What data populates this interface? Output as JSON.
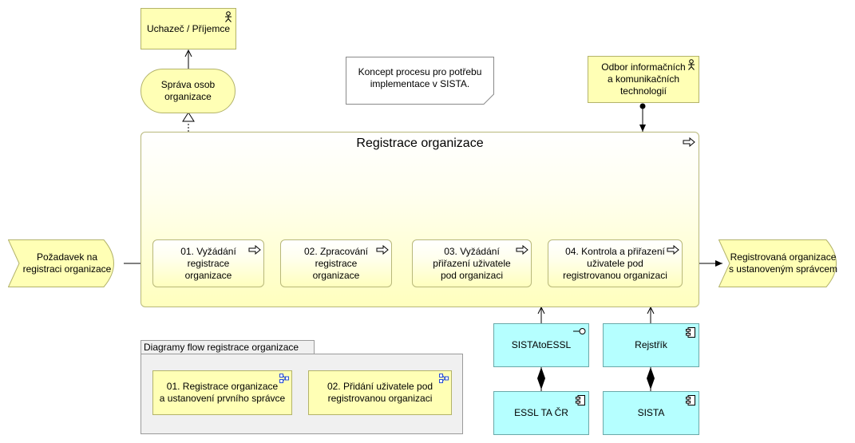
{
  "actors": {
    "applicant": "Uchazeč / Příjemce",
    "odbor": "Odbor informačních\na komunikačních\ntechnologií"
  },
  "service": {
    "sprava": "Správa osob\norganizace"
  },
  "note": {
    "text": "Koncept procesu pro potřebu\nimplementace v SISTA."
  },
  "main_process": {
    "title": "Registrace organizace",
    "steps": [
      "01. Vyžádání\nregistrace\norganizace",
      "02. Zpracování\nregistrace\norganizace",
      "03. Vyžádání\npřiřazení uživatele\npod organizaci",
      "04. Kontrola a přiřazení\nuživatele pod\nregistrovanou organizaci"
    ]
  },
  "events": {
    "start": "Požadavek na\nregistraci organizace",
    "end": "Registrovaná organizace\ns ustanoveným správcem"
  },
  "group": {
    "title": "Diagramy flow registrace organizace",
    "items": [
      "01. Registrace organizace\na ustanovení prvního správce",
      "02. Přidání uživatele pod\nregistrovanou organizaci"
    ]
  },
  "components": {
    "sistatoessl": "SISTAtoESSL",
    "rejstrik": "Rejstřík",
    "essl": "ESSL TA ČR",
    "sista": "SISTA"
  },
  "colors": {
    "business": "#ffffb5",
    "application": "#b5ffff"
  },
  "icons": [
    "actor-icon",
    "process-arrow-icon",
    "interface-icon",
    "component-icon",
    "view-reference-icon"
  ]
}
